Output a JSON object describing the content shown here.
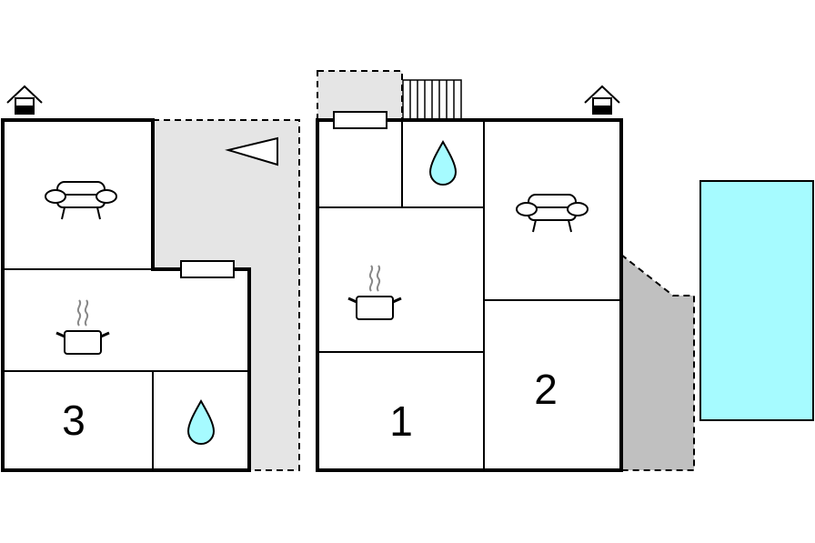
{
  "floorplan": {
    "colors": {
      "wall": "#000000",
      "terrace": "#e5e5e5",
      "terrace_dark": "#c0c0c0",
      "pool": "#a6fbff",
      "water_drop": "#a6fbff",
      "background": "#ffffff"
    },
    "left_unit": {
      "room_numbers": [
        "3"
      ],
      "icons": [
        "entrance-icon",
        "sofa-icon",
        "cooking-pot-icon",
        "water-drop-icon",
        "window-icon",
        "north-arrow-icon"
      ]
    },
    "right_unit": {
      "room_numbers": [
        "1",
        "2"
      ],
      "icons": [
        "entrance-icon",
        "sofa-icon",
        "cooking-pot-icon",
        "water-drop-icon",
        "window-icon",
        "stairs-icon"
      ]
    },
    "pool": {
      "icon": "pool-shape"
    }
  }
}
